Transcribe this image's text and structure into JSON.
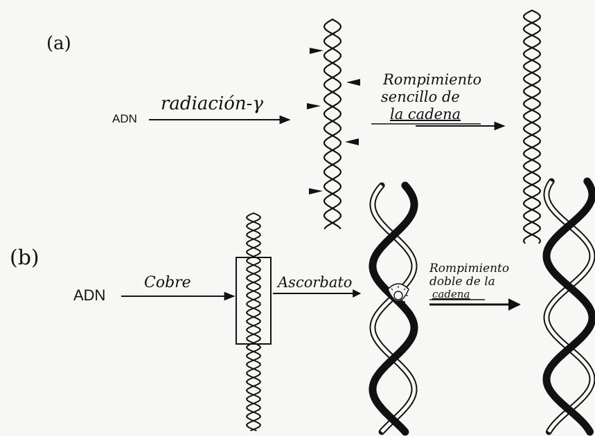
{
  "panel_a": {
    "label": "(a)",
    "start": "ADN",
    "arrow_label": "radiación-γ",
    "result_lines": [
      "Rompimiento",
      "sencillo de",
      "la cadena"
    ]
  },
  "panel_b": {
    "label": "(b)",
    "start": "ADN",
    "arrow1_label": "Cobre",
    "arrow2_label": "Ascorbato",
    "result_lines": [
      "Rompimiento",
      "doble de la",
      "cadena"
    ]
  },
  "colors": {
    "ink": "#111111",
    "paper": "#f7f7f5"
  }
}
